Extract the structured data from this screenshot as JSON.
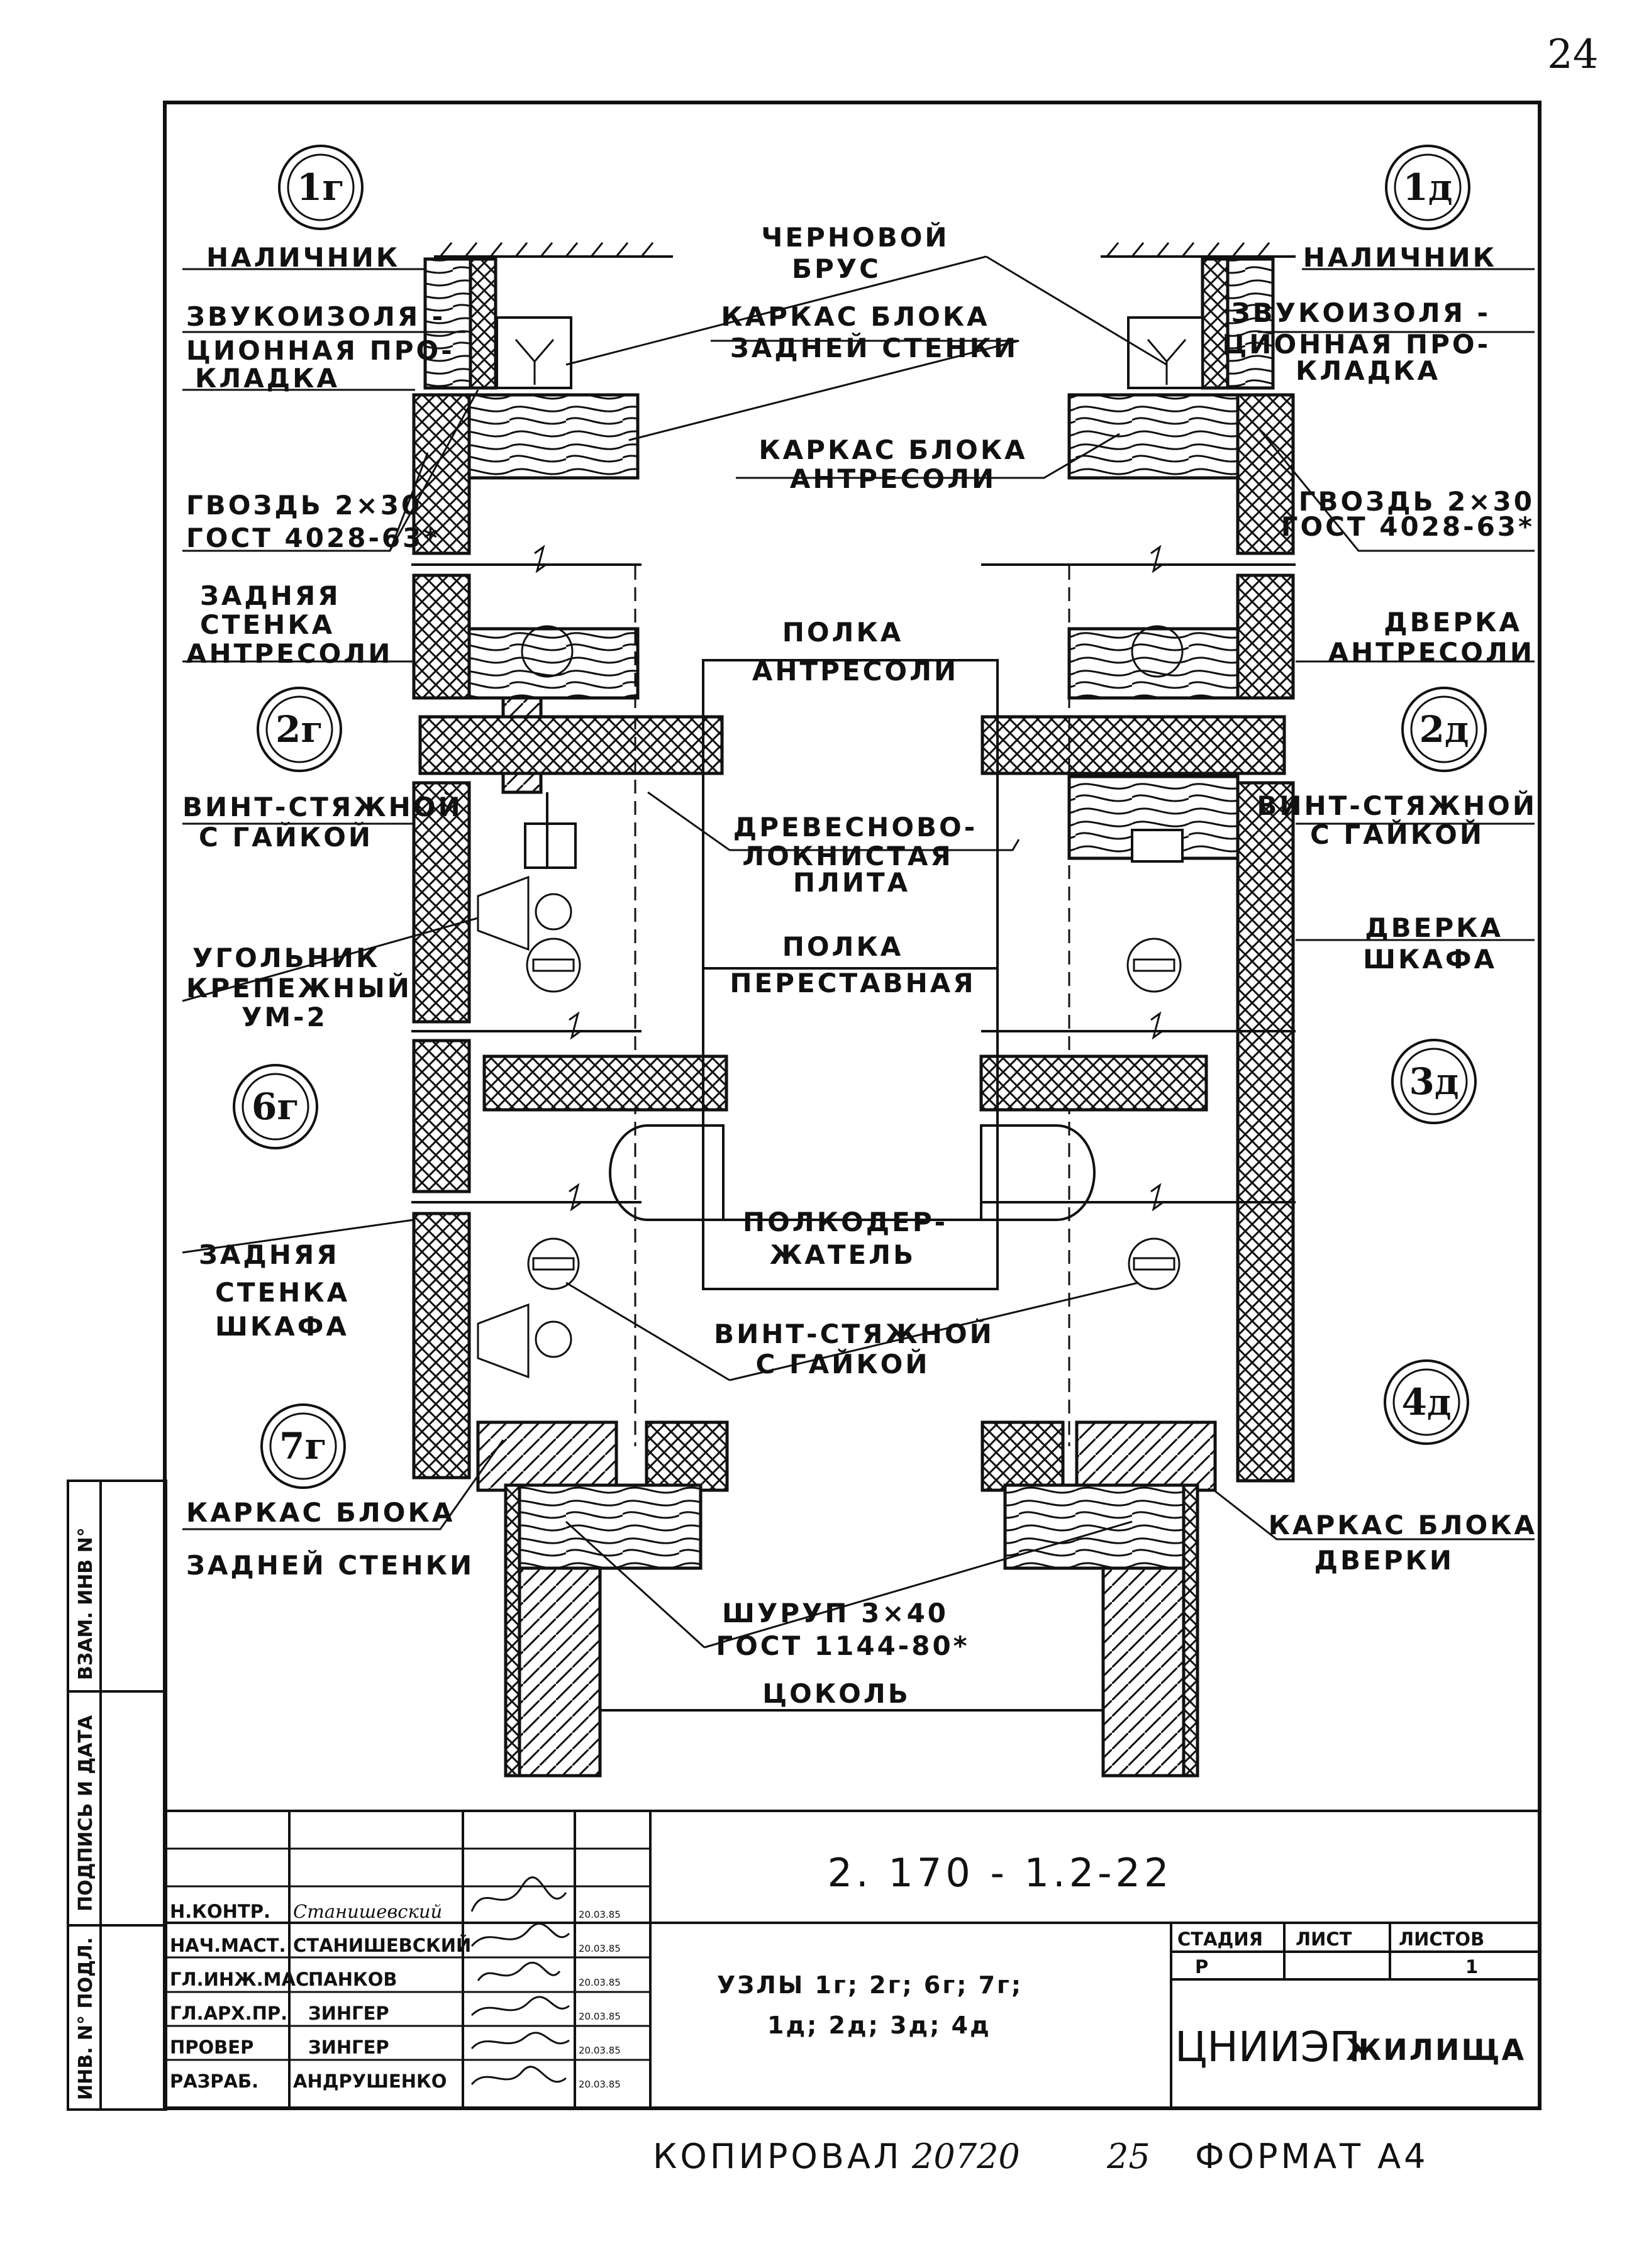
{
  "page": {
    "sheet_number": "24"
  },
  "nodes": [
    "1г",
    "1д",
    "2г",
    "2д",
    "6г",
    "3д",
    "7г",
    "4д"
  ],
  "labels_left": {
    "nalichnik": "НАЛИЧНИК",
    "zvuk1": "ЗВУКОИЗОЛЯ -",
    "zvuk2": "ЦИОННАЯ ПРО-",
    "zvuk3": "КЛАДКА",
    "gvozd1": "ГВОЗДЬ 2×30",
    "gvozd2": "ГОСТ 4028-63*",
    "zad_antr1": "ЗАДНЯЯ",
    "zad_antr2": "СТЕНКА",
    "zad_antr3": "АНТРЕСОЛИ",
    "vint1": "ВИНТ-СТЯЖНОЙ",
    "vint2": "С ГАЙКОЙ",
    "ugol1": "УГОЛЬНИК",
    "ugol2": "КРЕПЕЖНЫЙ",
    "ugol3": "УМ-2",
    "zad_shk1": "ЗАДНЯЯ",
    "zad_shk2": "СТЕНКА",
    "zad_shk3": "ШКАФА",
    "karkas_zad1": "КАРКАС БЛОКА",
    "karkas_zad2": "ЗАДНЕЙ СТЕНКИ"
  },
  "labels_center": {
    "chernovoy1": "ЧЕРНОВОЙ",
    "chernovoy2": "БРУС",
    "karkas_zad1": "КАРКАС БЛОКА",
    "karkas_zad2": "ЗАДНЕЙ СТЕНКИ",
    "karkas_antr1": "КАРКАС БЛОКА",
    "karkas_antr2": "АНТРЕСОЛИ",
    "polka_antr1": "ПОЛКА",
    "polka_antr2": "АНТРЕСОЛИ",
    "dsp1": "ДРЕВЕСНОВО-",
    "dsp2": "ЛОКНИСТАЯ",
    "dsp3": "ПЛИТА",
    "polka_per1": "ПОЛКА",
    "polka_per2": "ПЕРЕСТАВНАЯ",
    "polkoder1": "ПОЛКОДЕР-",
    "polkoder2": "ЖАТЕЛЬ",
    "vint1": "ВИНТ-СТЯЖНОЙ",
    "vint2": "С ГАЙКОЙ",
    "shurup1": "ШУРУП 3×40",
    "shurup2": "ГОСТ 1144-80*",
    "tsokol": "ЦОКОЛЬ"
  },
  "labels_right": {
    "nalichnik": "НАЛИЧНИК",
    "zvuk1": "ЗВУКОИЗОЛЯ -",
    "zvuk2": "ЦИОННАЯ ПРО-",
    "zvuk3": "КЛАДКА",
    "gvozd1": "ГВОЗДЬ 2×30",
    "gvozd2": "ГОСТ 4028-63*",
    "dverka_antr1": "ДВЕРКА",
    "dverka_antr2": "АНТРЕСОЛИ",
    "vint1": "ВИНТ-СТЯЖНОЙ",
    "vint2": "С ГАЙКОЙ",
    "dverka_shk1": "ДВЕРКА",
    "dverka_shk2": "ШКАФА",
    "karkas_dv1": "КАРКАС БЛОКА",
    "karkas_dv2": "ДВЕРКИ"
  },
  "side_stamp": {
    "inv_podl": "ИНВ. N° ПОДЛ.",
    "podpis": "ПОДПИСЬ И ДАТА",
    "vzam": "ВЗАМ. ИНВ N°"
  },
  "title_block": {
    "doc_code": "2. 170 - 1.2-22",
    "rows": [
      {
        "role": "Н.КОНТР.",
        "name": "Станишевский",
        "date": "20.03.85"
      },
      {
        "role": "НАЧ.МАСТ.",
        "name": "СТАНИШЕВСКИЙ",
        "date": "20.03.85"
      },
      {
        "role": "ГЛ.ИНЖ.МАС.",
        "name": "ПАНКОВ",
        "date": "20.03.85"
      },
      {
        "role": "ГЛ.АРХ.ПР.",
        "name": "ЗИНГЕР",
        "date": "20.03.85"
      },
      {
        "role": "ПРОВЕР",
        "name": "ЗИНГЕР",
        "date": "20.03.85"
      },
      {
        "role": "РАЗРАБ.",
        "name": "АНДРУШЕНКО",
        "date": "20.03.85"
      }
    ],
    "title_line1": "УЗЛЫ 1г; 2г; 6г; 7г;",
    "title_line2": "1д; 2д; 3д; 4д",
    "stage_header": "СТАДИЯ",
    "sheet_header": "ЛИСТ",
    "sheets_header": "ЛИСТОВ",
    "stage_value": "Р",
    "sheet_value": "",
    "sheets_value": "1",
    "org_name": "ЦНИИЭП",
    "org_suffix": "ЖИЛИЩА"
  },
  "footer": {
    "copied": "КОПИРОВАЛ",
    "copy_code": "20720",
    "copy_num": "25",
    "format": "ФОРМАТ А4"
  }
}
